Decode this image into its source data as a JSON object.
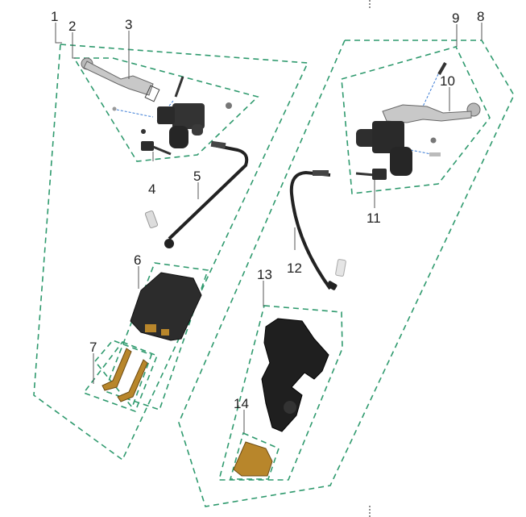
{
  "diagram": {
    "type": "exploded-parts-diagram",
    "subject": "brake master cylinders, hoses and calipers",
    "line_color": "#2f9a6e",
    "callouts": [
      {
        "id": "1",
        "label": "1"
      },
      {
        "id": "2",
        "label": "2"
      },
      {
        "id": "3",
        "label": "3"
      },
      {
        "id": "4",
        "label": "4"
      },
      {
        "id": "5",
        "label": "5"
      },
      {
        "id": "6",
        "label": "6"
      },
      {
        "id": "7",
        "label": "7"
      },
      {
        "id": "8",
        "label": "8"
      },
      {
        "id": "9",
        "label": "9"
      },
      {
        "id": "10",
        "label": "10"
      },
      {
        "id": "11",
        "label": "11"
      },
      {
        "id": "12",
        "label": "12"
      },
      {
        "id": "13",
        "label": "13"
      },
      {
        "id": "14",
        "label": "14"
      }
    ]
  }
}
